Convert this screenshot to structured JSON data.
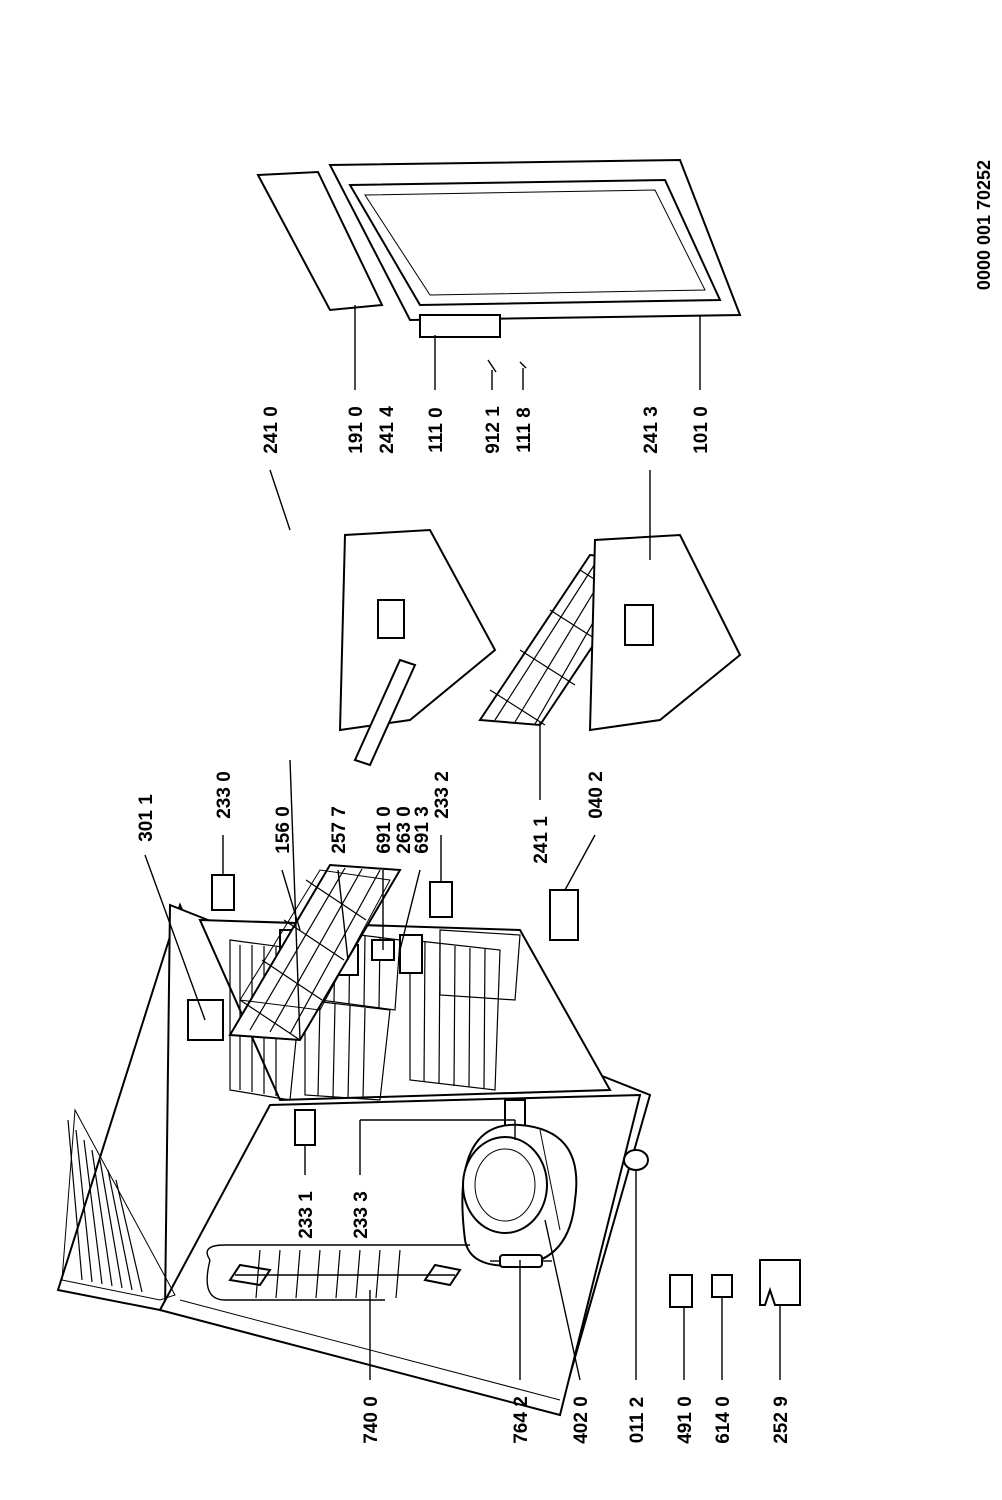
{
  "document_number": "0000  001 70252",
  "callouts": [
    {
      "id": "7400",
      "text": "740 0"
    },
    {
      "id": "7642",
      "text": "764 2"
    },
    {
      "id": "4020",
      "text": "402 0"
    },
    {
      "id": "0112",
      "text": "011 2"
    },
    {
      "id": "4910",
      "text": "491 0"
    },
    {
      "id": "6140",
      "text": "614 0"
    },
    {
      "id": "2529",
      "text": "252 9"
    },
    {
      "id": "2331",
      "text": "233 1"
    },
    {
      "id": "2333",
      "text": "233 3"
    },
    {
      "id": "3011",
      "text": "301 1"
    },
    {
      "id": "2330",
      "text": "233 0"
    },
    {
      "id": "1560",
      "text": "156 0"
    },
    {
      "id": "2577",
      "text": "257 7"
    },
    {
      "id": "6910",
      "text": "691 0"
    },
    {
      "id": "2630",
      "text": "263 0"
    },
    {
      "id": "6913",
      "text": "691 3"
    },
    {
      "id": "2332",
      "text": "233 2"
    },
    {
      "id": "2411",
      "text": "241 1"
    },
    {
      "id": "0402",
      "text": "040 2"
    },
    {
      "id": "2410",
      "text": "241 0"
    },
    {
      "id": "2414",
      "text": "241 4"
    },
    {
      "id": "2413",
      "text": "241 3"
    },
    {
      "id": "1910",
      "text": "191 0"
    },
    {
      "id": "1110",
      "text": "111 0"
    },
    {
      "id": "9121",
      "text": "912 1"
    },
    {
      "id": "1118",
      "text": "111 8"
    },
    {
      "id": "1010",
      "text": "101 0"
    }
  ]
}
